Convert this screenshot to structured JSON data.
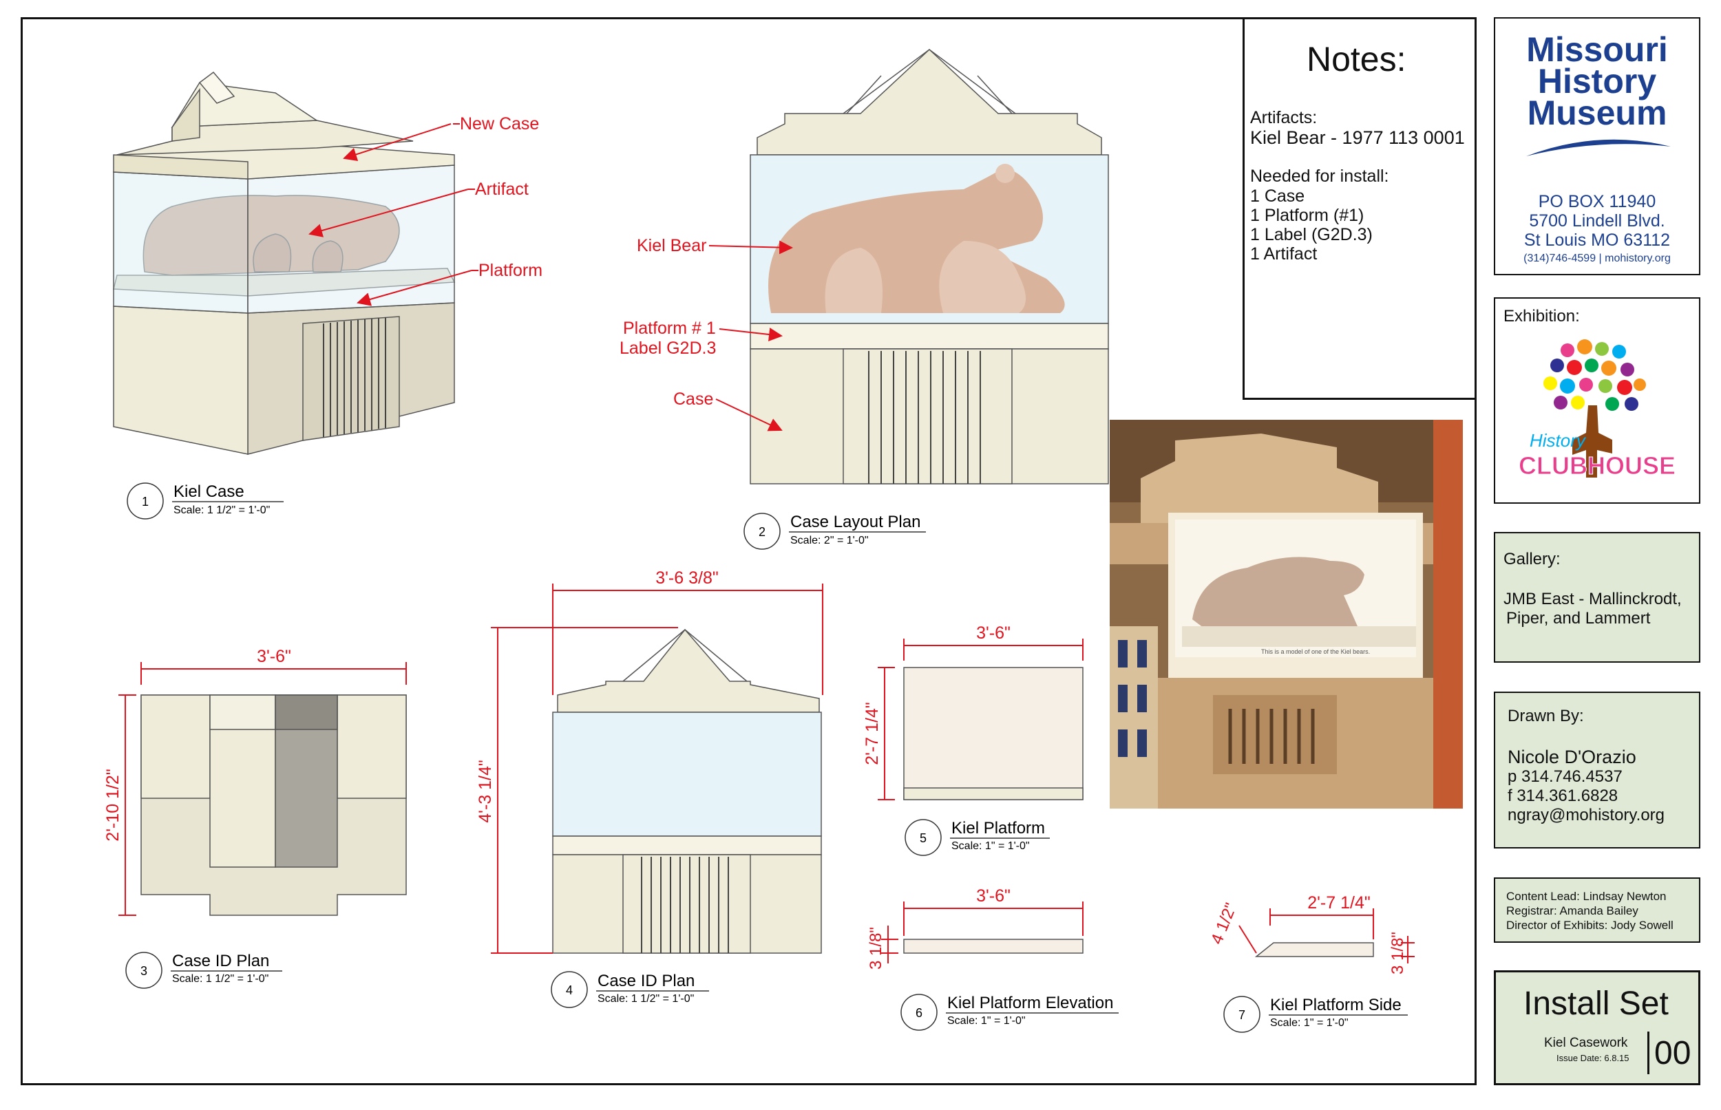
{
  "notes": {
    "title": "Notes:",
    "artifacts_label": "Artifacts:",
    "artifact": "Kiel Bear - 1977 113 0001",
    "needed_label": "Needed for install:",
    "items": [
      "1 Case",
      "1 Platform (#1)",
      "1 Label (G2D.3)",
      "1 Artifact"
    ]
  },
  "museum": {
    "name_lines": [
      "Missouri",
      "History",
      "Museum"
    ],
    "address_lines": [
      "PO BOX 11940",
      "5700 Lindell Blvd.",
      "St Louis MO 63112"
    ],
    "contact": "(314)746-4599 | mohistory.org"
  },
  "exhibition": {
    "label": "Exhibition:",
    "logo_word1": "History",
    "logo_word2": "CLUBHOUSE"
  },
  "gallery": {
    "label": "Gallery:",
    "lines": [
      "JMB East - Mallinckrodt,",
      "Piper, and Lammert"
    ]
  },
  "drawn_by": {
    "label": "Drawn By:",
    "name": "Nicole D'Orazio",
    "phone": "p  314.746.4537",
    "fax": "f   314.361.6828",
    "email": "ngray@mohistory.org"
  },
  "credits": [
    "Content Lead: Lindsay Newton",
    "Registrar: Amanda Bailey",
    "Director of Exhibits: Jody Sowell"
  ],
  "install": {
    "title": "Install Set",
    "subtitle": "Kiel Casework",
    "issue": "Issue Date: 6.8.15",
    "number": "00"
  },
  "views": [
    {
      "num": "1",
      "title": "Kiel Case",
      "scale": "Scale: 1 1/2\" = 1'-0\""
    },
    {
      "num": "2",
      "title": "Case Layout Plan",
      "scale": "Scale: 2\" = 1'-0\""
    },
    {
      "num": "3",
      "title": "Case ID Plan",
      "scale": "Scale: 1 1/2\" = 1'-0\""
    },
    {
      "num": "4",
      "title": "Case ID Plan",
      "scale": "Scale: 1 1/2\" = 1'-0\""
    },
    {
      "num": "5",
      "title": "Kiel Platform",
      "scale": "Scale: 1\" = 1'-0\""
    },
    {
      "num": "6",
      "title": "Kiel Platform Elevation",
      "scale": "Scale: 1\" = 1'-0\""
    },
    {
      "num": "7",
      "title": "Kiel Platform Side",
      "scale": "Scale: 1\" = 1'-0\""
    }
  ],
  "callouts": {
    "new_case": "New Case",
    "artifact": "Artifact",
    "platform": "Platform",
    "kiel_bear": "Kiel Bear",
    "platform_no": "Platform # 1",
    "label_id": "Label G2D.3",
    "case": "Case"
  },
  "dimensions": {
    "v3_width": "3'-6\"",
    "v3_height": "2'-10 1/2\"",
    "v4_width": "3'-6 3/8\"",
    "v4_height": "4'-3 1/4\"",
    "v5_width": "3'-6\"",
    "v5_height": "2'-7 1/4\"",
    "v6_width": "3'-6\"",
    "v6_height": "3 1/8\"",
    "v7_width": "2'-7 1/4\"",
    "v7_height": "3 1/8\"",
    "v7_chamfer": "4 1/2\""
  },
  "photo": {
    "label_text": "This is a model of one of the Kiel bears."
  },
  "colors": {
    "red": "#e0141e",
    "case_beige": "#efecd9",
    "bear": "#d9b39b",
    "glass": "#e6f3f8",
    "museum_blue": "#1c3f8f",
    "green_panel": "#dfe9d6"
  }
}
